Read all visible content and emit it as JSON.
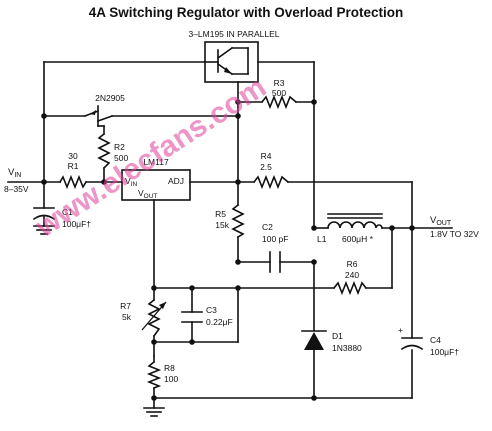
{
  "title": "4A Switching Regulator with Overload Protection",
  "parallel_label": "3–LM195 IN PARALLEL",
  "q_label": "2N2905",
  "ic": {
    "name": "LM117",
    "pin_in": "V",
    "pin_in_sub": "IN",
    "pin_out": "V",
    "pin_out_sub": "OUT",
    "pin_adj": "ADJ"
  },
  "input": {
    "label": "V",
    "label_sub": "IN",
    "range": "8–35V"
  },
  "output": {
    "label": "V",
    "label_sub": "OUT",
    "range": "1.8V TO 32V"
  },
  "components": {
    "R1": {
      "name": "R1",
      "value": "30"
    },
    "R2": {
      "name": "R2",
      "value": "500"
    },
    "R3": {
      "name": "R3",
      "value": "500"
    },
    "R4": {
      "name": "R4",
      "value": "2.5"
    },
    "R5": {
      "name": "R5",
      "value": "15k"
    },
    "R6": {
      "name": "R6",
      "value": "240"
    },
    "R7": {
      "name": "R7",
      "value": "5k"
    },
    "R8": {
      "name": "R8",
      "value": "100"
    },
    "C1": {
      "name": "C1",
      "value": "100μF†"
    },
    "C2": {
      "name": "C2",
      "value": "100 pF"
    },
    "C3": {
      "name": "C3",
      "value": "0.22μF"
    },
    "C4": {
      "name": "C4",
      "value": "100μF†"
    },
    "L1": {
      "name": "L1",
      "value": "600μH *"
    },
    "D1": {
      "name": "D1",
      "value": "1N3880"
    }
  },
  "watermark": "www.elecfans.com",
  "colors": {
    "ink": "#111111",
    "watermark": "#e0409a"
  }
}
